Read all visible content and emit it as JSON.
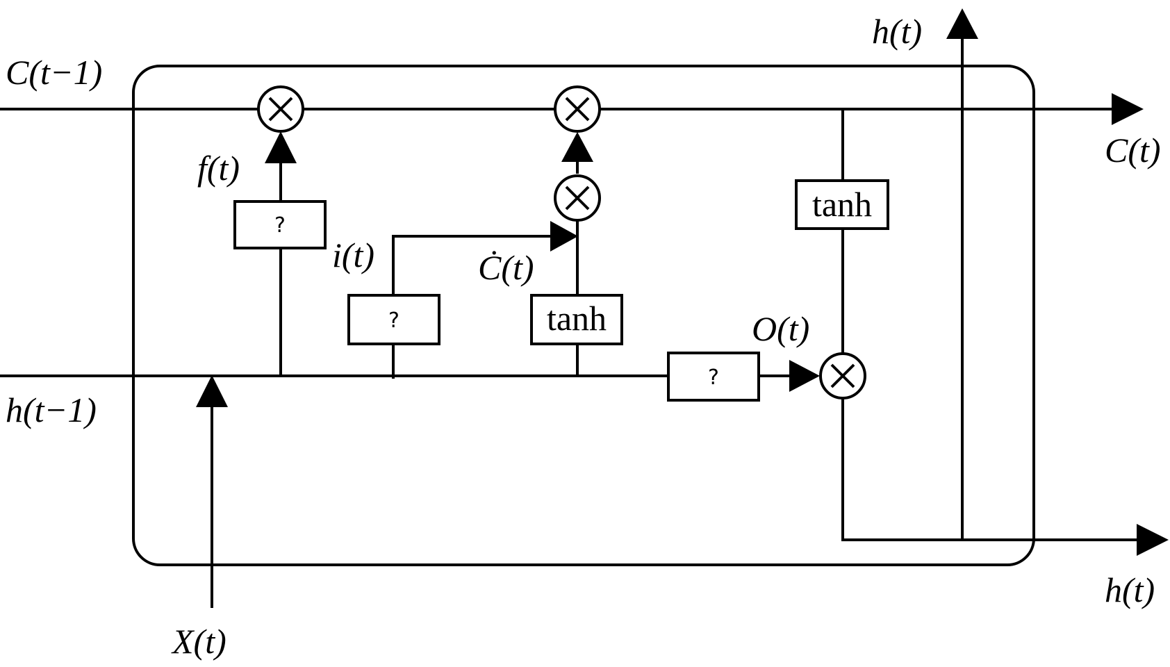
{
  "inputs": {
    "cell_prev": "C(t−1)",
    "hidden_prev": "h(t−1)",
    "x": "X(t)"
  },
  "outputs": {
    "cell": "C(t)",
    "hidden_right": "h(t)",
    "hidden_top": "h(t)"
  },
  "gates": {
    "forget_label": "f(t)",
    "input_label": "i(t)",
    "candidate_label": "Ċ(t)",
    "output_label": "O(t)",
    "forget_box": "?",
    "input_box": "?",
    "output_box": "?",
    "candidate_box": "tanh",
    "cell_tanh_box": "tanh"
  },
  "operators": {
    "multiply": "×"
  }
}
